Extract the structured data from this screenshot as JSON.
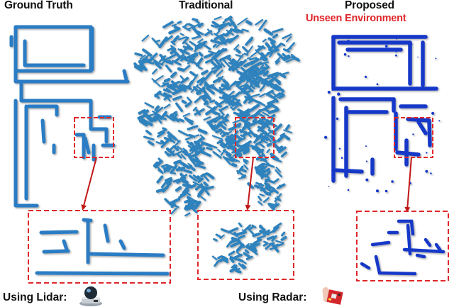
{
  "labels": {
    "ground_truth": "Ground Truth",
    "traditional": "Traditional",
    "proposed": "Proposed",
    "unseen_environment": "Unseen Environment",
    "using_lidar": "Using Lidar:",
    "using_radar": "Using Radar:"
  },
  "icons": {
    "lidar": "lidar-sensor-icon",
    "radar": "radar-board-icon"
  },
  "colors": {
    "ground_truth_map": "#2b7cc4",
    "traditional_map": "#2e82bd",
    "proposed_map": "#1438c8",
    "highlight_box": "#e0262a",
    "unseen_text": "#e0262a",
    "label_text": "#111111"
  }
}
